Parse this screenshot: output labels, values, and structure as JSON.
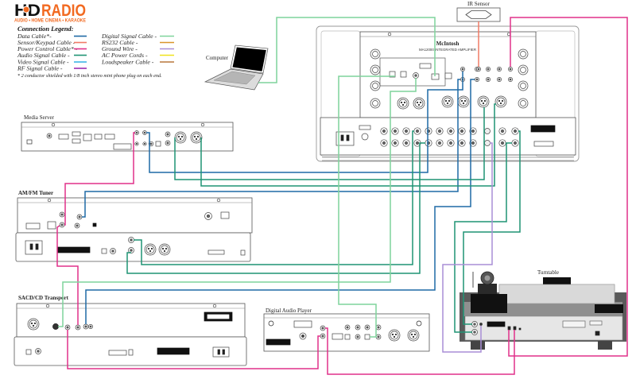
{
  "logo": {
    "hd": "HD",
    "radio": "RADIO",
    "tagline": "AUDIO • HOME CINEMA • KARAOKE"
  },
  "legend": {
    "title": "Connection Legend:",
    "items": [
      {
        "label": "Data Cable*-",
        "color": "#1f6aa5"
      },
      {
        "label": "Sensor/Keypad Cable -",
        "color": "#f07a66"
      },
      {
        "label": "Power Control Cable* -",
        "color": "#e0308a"
      },
      {
        "label": "Audio Signal Cable -",
        "color": "#1f9474"
      },
      {
        "label": "Video Signal Cable -",
        "color": "#3fb6e6"
      },
      {
        "label": "RF Signal Cable -",
        "color": "#9b2cb0"
      },
      {
        "label": "Digital Signal Cable -",
        "color": "#7fd49c"
      },
      {
        "label": "RS232 Cable -",
        "color": "#d9952a"
      },
      {
        "label": "Ground Wire -",
        "color": "#a88dd6"
      },
      {
        "label": "AC Power Cords -",
        "color": "#f0e21c"
      },
      {
        "label": "Loudspeaker Cable -",
        "color": "#b8763c"
      }
    ],
    "footnote": "* 2 conductor shielded with 1/8 inch stereo mini phone plug on each end."
  },
  "devices": {
    "ir_sensor": "IR Sensor",
    "computer": "Computer",
    "media_server": "Media Server",
    "amfm_tuner": "AM/FM Tuner",
    "sacd_transport": "SACD/CD Transport",
    "digital_audio_player": "Digital Audio Player",
    "turntable": "Turntable",
    "amplifier": {
      "brand": "McIntosh",
      "model": "MA12000 INTEGRATED AMPLIFIER"
    }
  },
  "connections": [
    {
      "id": "computer-amp",
      "from": "Computer",
      "to": "Integrated Amplifier",
      "cable": "Digital Signal Cable"
    },
    {
      "id": "ir-amp",
      "from": "IR Sensor",
      "to": "Integrated Amplifier",
      "cable": "Sensor/Keypad Cable"
    },
    {
      "id": "amp-turntable-power",
      "from": "Integrated Amplifier",
      "to": "Turntable",
      "cable": "Power Control Cable"
    },
    {
      "id": "turntable-dap-power",
      "from": "Turntable",
      "to": "Digital Audio Player",
      "cable": "Power Control Cable"
    },
    {
      "id": "dap-sacd-power",
      "from": "Digital Audio Player",
      "to": "SACD/CD Transport",
      "cable": "Power Control Cable"
    },
    {
      "id": "sacd-amfm-power",
      "from": "SACD/CD Transport",
      "to": "AM/FM Tuner",
      "cable": "Power Control Cable"
    },
    {
      "id": "amfm-mediaserver-power",
      "from": "AM/FM Tuner",
      "to": "Media Server",
      "cable": "Power Control Cable"
    },
    {
      "id": "mediaserver-amp-data",
      "from": "Media Server",
      "to": "Integrated Amplifier",
      "cable": "Data Cable"
    },
    {
      "id": "amfm-amp-data",
      "from": "AM/FM Tuner",
      "to": "Integrated Amplifier",
      "cable": "Data Cable"
    },
    {
      "id": "sacd-amp-data",
      "from": "SACD/CD Transport",
      "to": "Integrated Amplifier",
      "cable": "Data Cable"
    },
    {
      "id": "mediaserver-amp-audio-l",
      "from": "Media Server",
      "to": "Integrated Amplifier",
      "cable": "Audio Signal Cable"
    },
    {
      "id": "mediaserver-amp-audio-r",
      "from": "Media Server",
      "to": "Integrated Amplifier",
      "cable": "Audio Signal Cable"
    },
    {
      "id": "amfm-amp-audio-r",
      "from": "AM/FM Tuner",
      "to": "Integrated Amplifier",
      "cable": "Audio Signal Cable"
    },
    {
      "id": "amfm-amp-audio-l",
      "from": "AM/FM Tuner",
      "to": "Integrated Amplifier",
      "cable": "Audio Signal Cable"
    },
    {
      "id": "sacd-amp-digital",
      "from": "SACD/CD Transport",
      "to": "Integrated Amplifier",
      "cable": "Digital Signal Cable"
    },
    {
      "id": "amp-dap-digital",
      "from": "Integrated Amplifier",
      "to": "Digital Audio Player",
      "cable": "Digital Signal Cable"
    },
    {
      "id": "turntable-amp-audio-l",
      "from": "Turntable",
      "to": "Integrated Amplifier",
      "cable": "Audio Signal Cable"
    },
    {
      "id": "turntable-amp-audio-r",
      "from": "Turntable",
      "to": "Integrated Amplifier",
      "cable": "Audio Signal Cable"
    },
    {
      "id": "turntable-amp-ground",
      "from": "Turntable",
      "to": "Integrated Amplifier",
      "cable": "Ground Wire"
    }
  ]
}
